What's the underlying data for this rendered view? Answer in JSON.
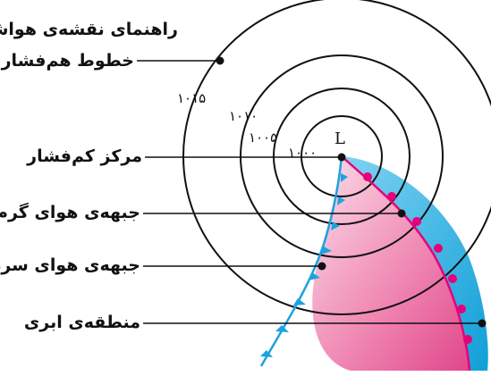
{
  "title": "راهنمای نقشه‌ی هواشناسی",
  "legend": {
    "isobars": "خطوط هم‌فشار",
    "low_center": "مرکز کم‌فشار",
    "warm_front": "جبهه‌ی هوای گرم",
    "cold_front": "جبهه‌ی هوای سرد",
    "cloud_zone": "منطقه‌ی ابری"
  },
  "isobar_values": [
    "۱۰۱۵",
    "۱۰۱۰",
    "۱۰۰۵",
    "۱۰۰۰"
  ],
  "low_symbol": "L",
  "colors": {
    "warm_front": "#e8007a",
    "cold_front": "#1aa3e0",
    "cloud_outer": "#1ab0e6",
    "cloud_inner": "#e86fa3",
    "isobar": "#111111"
  }
}
